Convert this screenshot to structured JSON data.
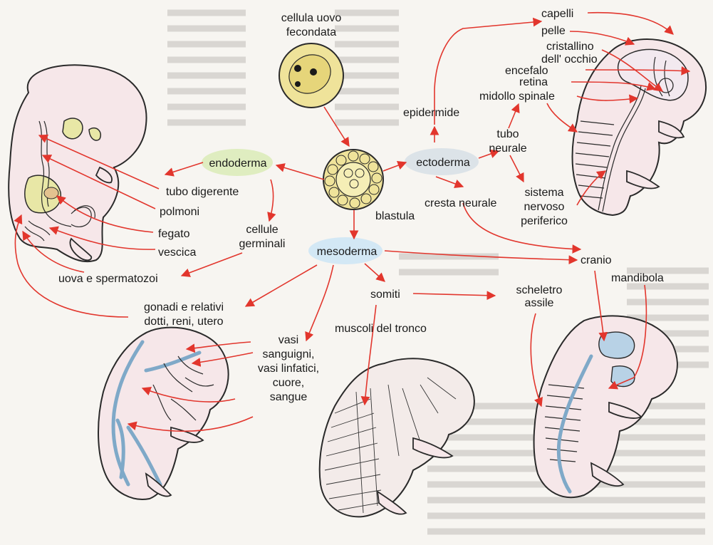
{
  "diagram": {
    "zygote_label": [
      "cellula uovo",
      "fecondata"
    ],
    "blastula_label": "blastula",
    "germ_layers": {
      "endoderm": "endoderma",
      "ectoderm": "ectoderma",
      "mesoderm": "mesoderma"
    },
    "endoderm_derivatives": {
      "gut": "tubo digerente",
      "lungs": "polmoni",
      "liver": "fegato",
      "bladder": "vescica",
      "germ_cells": [
        "cellule",
        "germinali"
      ],
      "gametes": "uova e spermatozoi"
    },
    "ectoderm_derivatives": {
      "epidermis": "epidermide",
      "hair": "capelli",
      "skin": "pelle",
      "lens": [
        "cristallino",
        "dell' occhio"
      ],
      "brain": "encefalo",
      "retina": "retina",
      "spinal_cord": "midollo spinale",
      "neural_tube": [
        "tubo",
        "neurale"
      ],
      "neural_crest": "cresta neurale",
      "pns": [
        "sistema",
        "nervoso",
        "periferico"
      ]
    },
    "mesoderm_derivatives": {
      "gonads": [
        "gonadi e relativi",
        "dotti, reni, utero"
      ],
      "vessels": [
        "vasi",
        "sanguigni,",
        "vasi linfatici,",
        "cuore,",
        "sangue"
      ],
      "somites": "somiti",
      "trunk_muscles": "muscoli del tronco",
      "skull": "cranio",
      "axial_skeleton": [
        "scheletro",
        "assile"
      ],
      "mandible": "mandibola"
    }
  },
  "colors": {
    "arrow": "#e2362d",
    "endoderm_bubble": "#dfedc0",
    "ectoderm_bubble": "#dce3e8",
    "mesoderm_bubble": "#d3e8f5",
    "cell_fill": "#efe39a",
    "embryo_skin": "#f6e7e9",
    "organ_yellow": "#e8e7a6",
    "organ_blue": "#b8d2e6"
  },
  "icons": {
    "zygote": "fertilized-egg-icon",
    "blastula": "blastula-icon",
    "embryos": [
      "embryo-endoderm-icon",
      "embryo-ectoderm-icon",
      "embryo-vascular-icon",
      "embryo-muscle-icon",
      "embryo-skeleton-icon"
    ]
  }
}
